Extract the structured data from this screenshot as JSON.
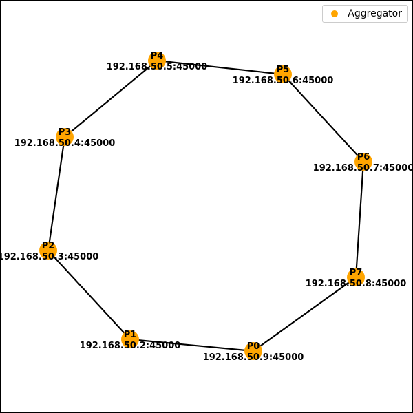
{
  "legend": {
    "label": "Aggregator",
    "marker_color": "#FFA500"
  },
  "colors": {
    "node": "#FFA500",
    "edge": "#000000"
  },
  "nodes": [
    {
      "id": "P0",
      "address": "192.168.50.9:45000"
    },
    {
      "id": "P1",
      "address": "192.168.50.2:45000"
    },
    {
      "id": "P2",
      "address": "192.168.50.3:45000"
    },
    {
      "id": "P3",
      "address": "192.168.50.4:45000"
    },
    {
      "id": "P4",
      "address": "192.168.50.5:45000"
    },
    {
      "id": "P5",
      "address": "192.168.50.6:45000"
    },
    {
      "id": "P6",
      "address": "192.168.50.7:45000"
    },
    {
      "id": "P7",
      "address": "192.168.50.8:45000"
    }
  ],
  "edges": [
    [
      "P0",
      "P1"
    ],
    [
      "P1",
      "P2"
    ],
    [
      "P2",
      "P3"
    ],
    [
      "P3",
      "P4"
    ],
    [
      "P4",
      "P5"
    ],
    [
      "P5",
      "P6"
    ],
    [
      "P6",
      "P7"
    ],
    [
      "P7",
      "P0"
    ]
  ]
}
